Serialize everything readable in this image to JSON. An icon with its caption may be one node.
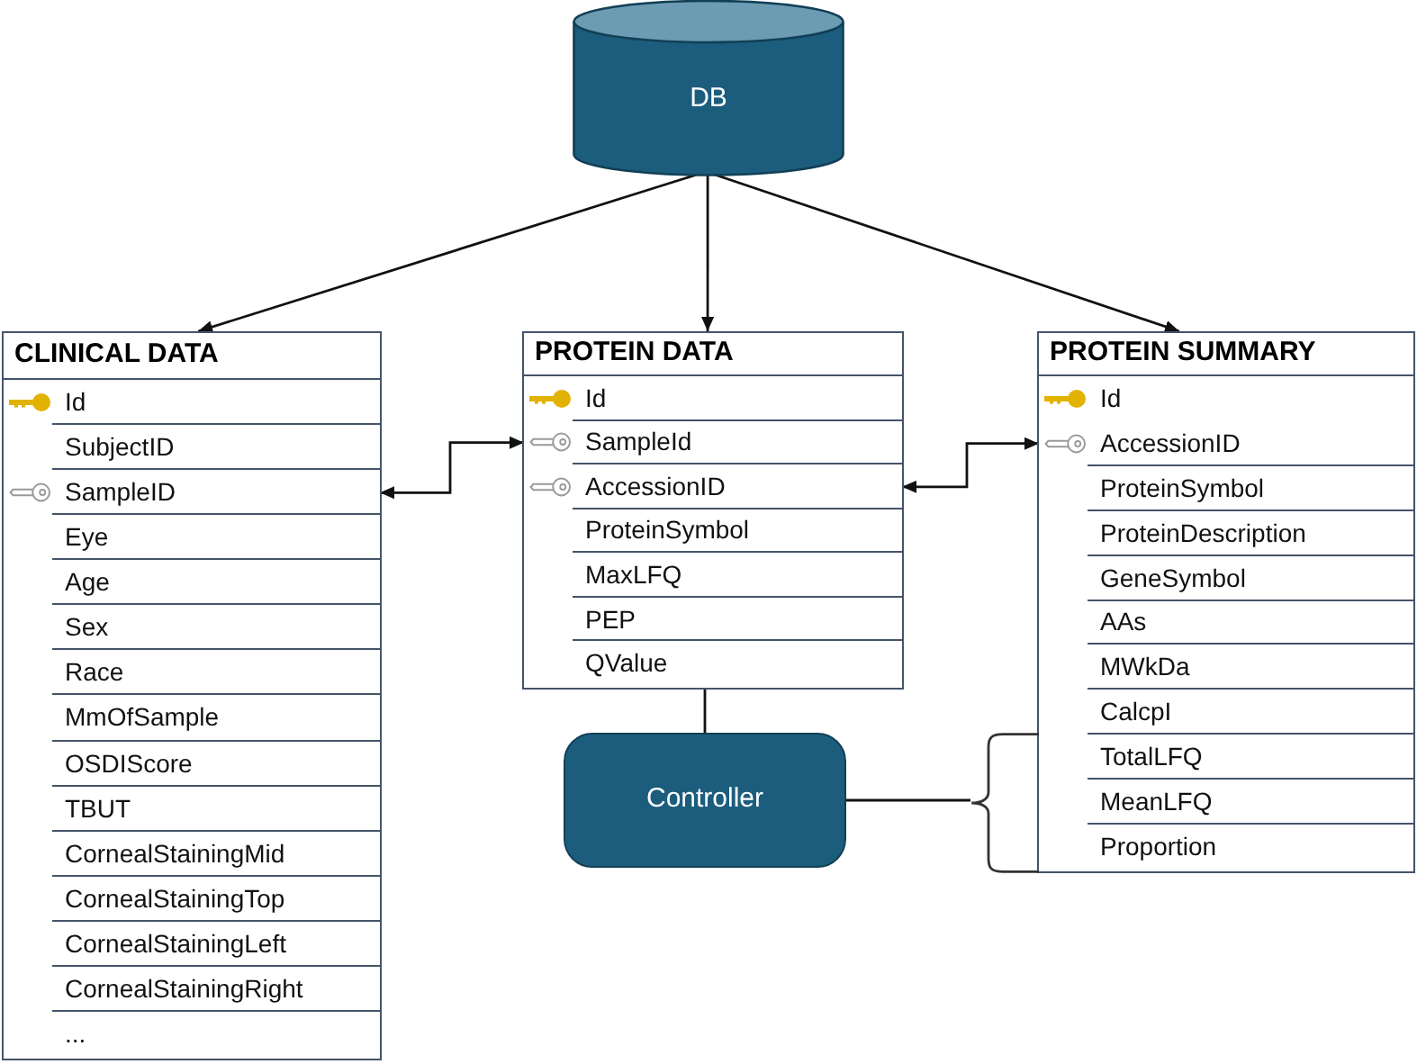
{
  "diagram": {
    "nodes": [
      {
        "text": [
          "DB"
        ]
      },
      {
        "text": [
          "CLINICAL DATA"
        ]
      },
      {
        "text": [
          "Id"
        ],
        "in": 1
      },
      {
        "text": [
          "SubjectID"
        ],
        "in": 1
      },
      {
        "text": [
          "SampleID"
        ],
        "in": 1
      },
      {
        "text": [
          "Eye"
        ],
        "in": 1
      },
      {
        "text": [
          "Age"
        ],
        "in": 1
      },
      {
        "text": [
          "Sex"
        ],
        "in": 1
      },
      {
        "text": [
          "Race"
        ],
        "in": 1
      },
      {
        "text": [
          "MmOfSample"
        ],
        "in": 1
      },
      {
        "text": [
          "OSDIScore"
        ],
        "in": 1
      },
      {
        "text": [
          "TBUT"
        ],
        "in": 1
      },
      {
        "text": [
          "CornealStainingMid"
        ],
        "in": 1
      },
      {
        "text": [
          "CornealStainingTop"
        ],
        "in": 1
      },
      {
        "text": [
          "CornealStainingLeft"
        ],
        "in": 1
      },
      {
        "text": [
          "CornealStainingRight"
        ],
        "in": 1
      },
      {
        "text": [
          "..."
        ],
        "in": 1
      },
      {
        "text": [
          "PROTEIN DATA"
        ]
      },
      {
        "text": [
          "Id"
        ],
        "in": 17
      },
      {
        "text": [
          "SampleId"
        ],
        "in": 17
      },
      {
        "text": [
          "AccessionID"
        ],
        "in": 17
      },
      {
        "text": [
          "ProteinSymbol"
        ],
        "in": 17
      },
      {
        "text": [
          "MaxLFQ"
        ],
        "in": 17
      },
      {
        "text": [
          "PEP"
        ],
        "in": 17
      },
      {
        "text": [
          "QValue"
        ],
        "in": 17
      },
      {
        "text": [
          "PROTEIN SUMMARY"
        ]
      },
      {
        "text": [
          "Id"
        ],
        "in": 25
      },
      {
        "text": [
          "AccessionID"
        ],
        "in": 25
      },
      {
        "text": [
          "ProteinSymbol"
        ],
        "in": 25
      },
      {
        "text": [
          "ProteinDescription"
        ],
        "in": 25
      },
      {
        "text": [
          "GeneSymbol"
        ],
        "in": 25
      },
      {
        "text": [
          "AAs"
        ],
        "in": 25
      },
      {
        "text": [
          "MWkDa"
        ],
        "in": 25
      },
      {
        "text": [
          "CalcpI"
        ],
        "in": 25
      },
      {
        "text": [
          "TotalLFQ"
        ],
        "in": 25
      },
      {
        "text": [
          "MeanLFQ"
        ],
        "in": 25
      },
      {
        "text": [
          "Proportion"
        ],
        "in": 25
      },
      {
        "text": [
          "Controller"
        ]
      },
      {
        "text": [],
        "shape": "brace"
      }
    ],
    "edges": [
      {
        "from": 0,
        "to": 1,
        "arrow": "to"
      },
      {
        "from": 0,
        "to": 17,
        "arrow": "to"
      },
      {
        "from": 0,
        "to": 25,
        "arrow": "to"
      },
      {
        "from": 4,
        "to": 19,
        "arrow": "both"
      },
      {
        "from": 20,
        "to": 27,
        "arrow": "both"
      },
      {
        "from": 17,
        "to": 37,
        "arrow": "none"
      },
      {
        "from": 37,
        "to": 38,
        "arrow": "none"
      }
    ]
  }
}
